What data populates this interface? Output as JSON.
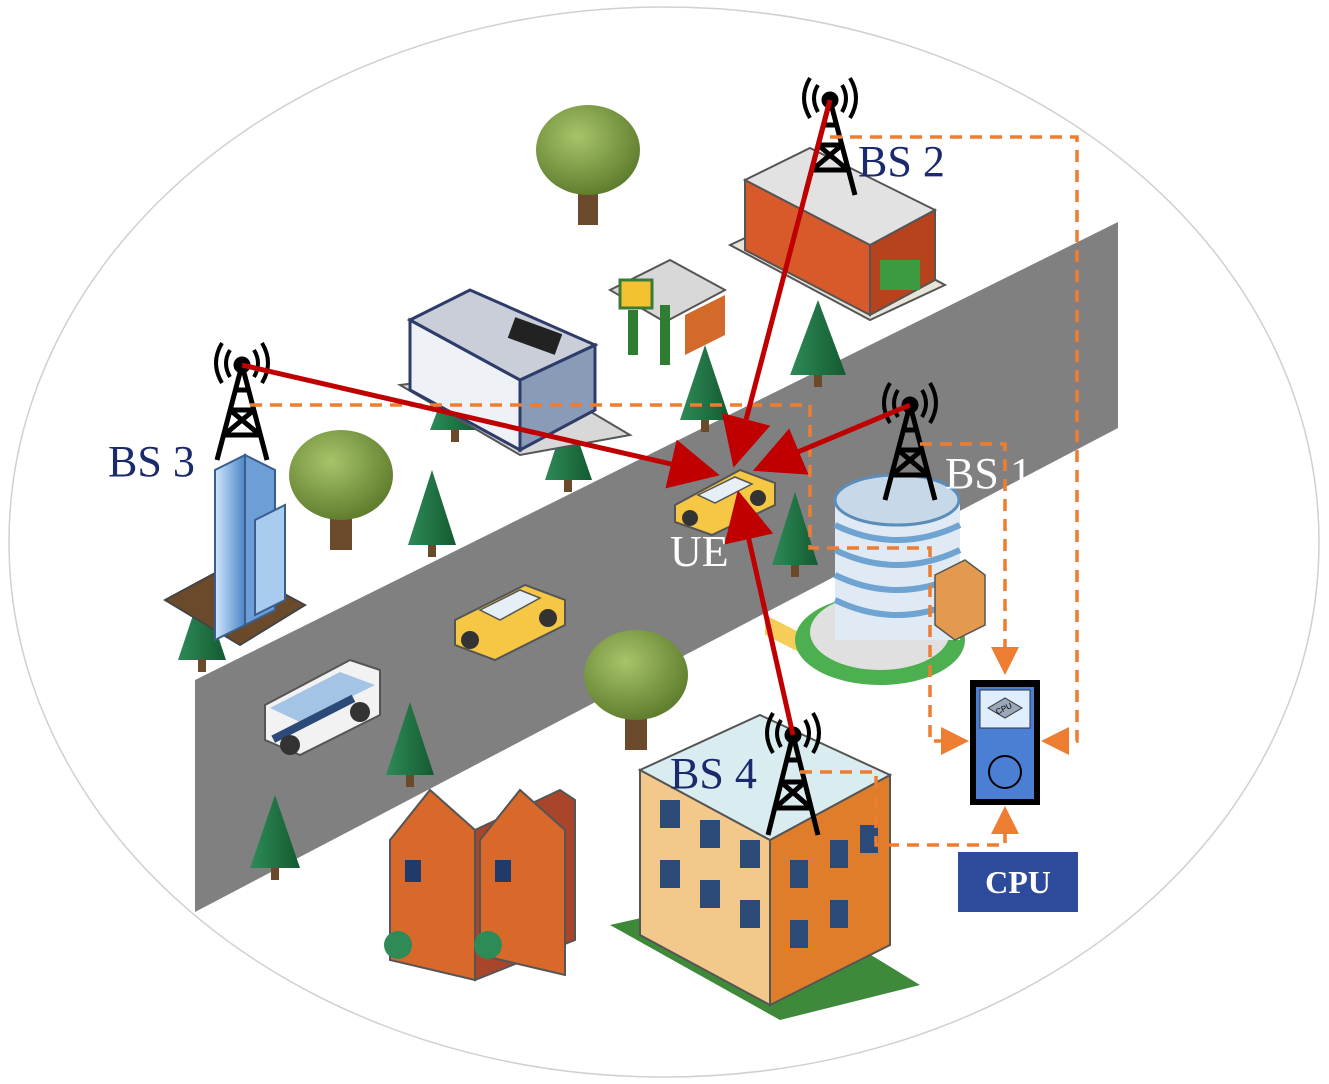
{
  "labels": {
    "bs1": "BS 1",
    "bs2": "BS 2",
    "bs3": "BS 3",
    "bs4": "BS 4",
    "ue": "UE",
    "cpu": "CPU",
    "cpu_chip": "CPU"
  },
  "colors": {
    "signal": "#c00000",
    "backhaul": "#ed7d31",
    "road": "#808080",
    "cpu": "#2e4a9a"
  },
  "icons": [
    "antenna-tower-icon",
    "building-icon",
    "tree-icon",
    "taxi-icon",
    "bus-icon",
    "cpu-device-icon"
  ]
}
